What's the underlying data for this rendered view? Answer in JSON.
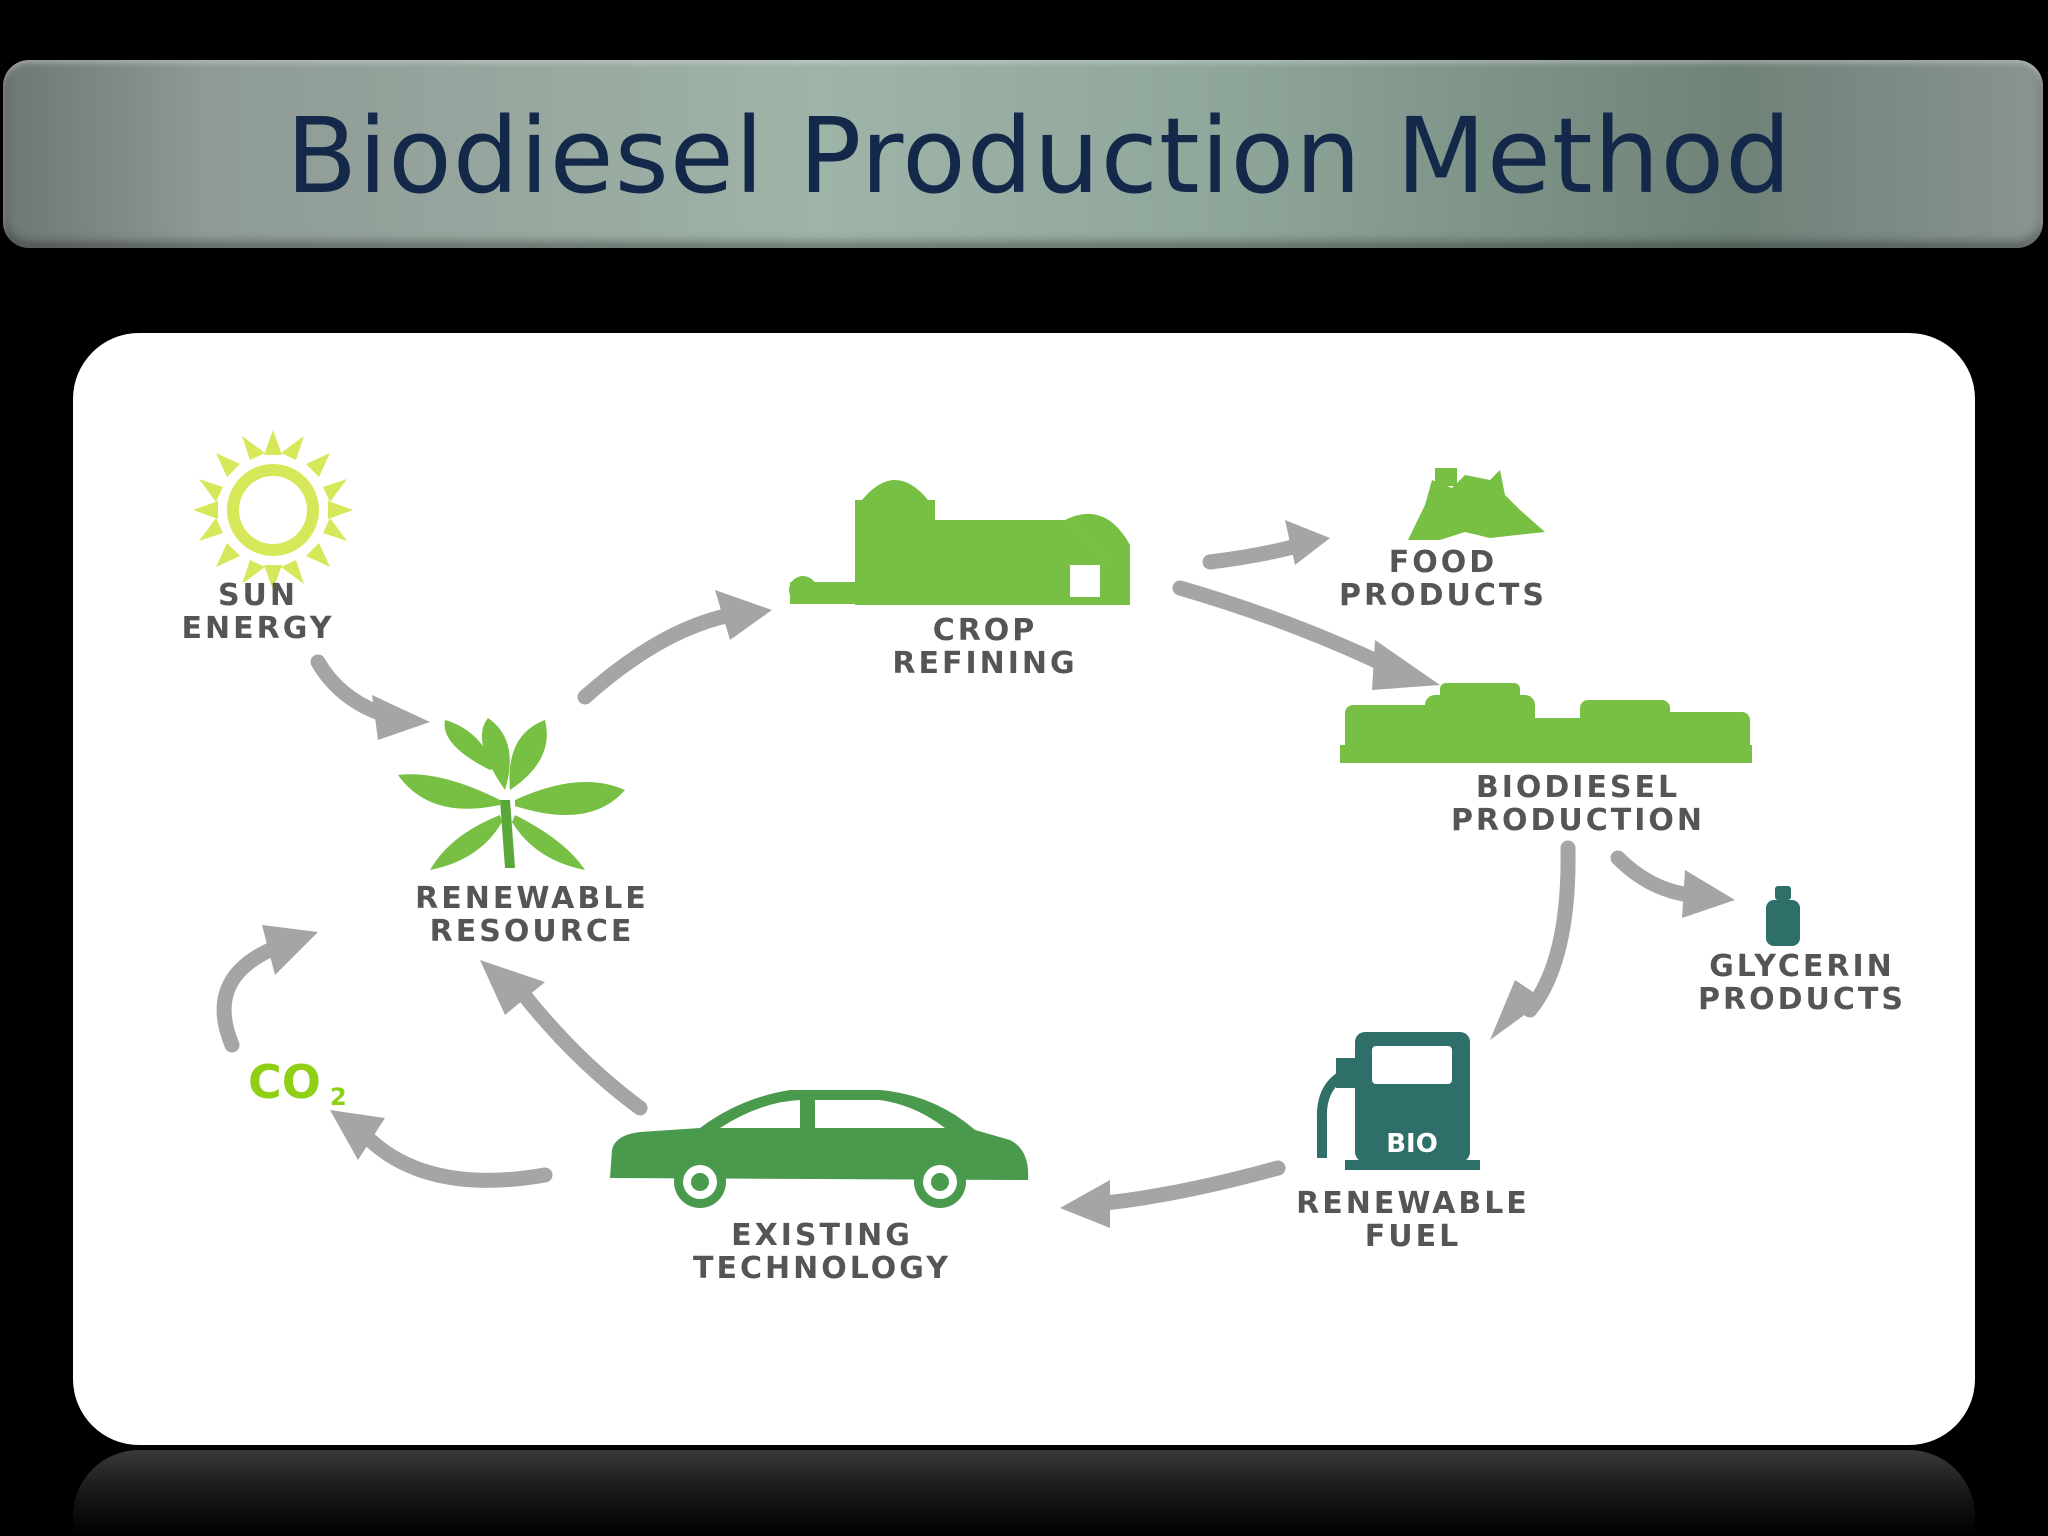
{
  "title": "Biodiesel Production Method",
  "diagram": {
    "sun_energy": {
      "line1": "SUN",
      "line2": "ENERGY",
      "icon": "sun-icon"
    },
    "crop_refining": {
      "line1": "CROP",
      "line2": "REFINING",
      "icon": "farm-barn-icon"
    },
    "food_products": {
      "line1": "FOOD",
      "line2": "PRODUCTS",
      "icon": "food-products-icon"
    },
    "biodiesel_production": {
      "line1": "BIODIESEL",
      "line2": "PRODUCTION",
      "icon": "factory-tanks-icon"
    },
    "glycerin_products": {
      "line1": "GLYCERIN",
      "line2": "PRODUCTS",
      "icon": "bottle-icon"
    },
    "renewable_fuel": {
      "line1": "RENEWABLE",
      "line2": "FUEL",
      "pump_label": "BIO",
      "icon": "fuel-pump-icon"
    },
    "existing_technology": {
      "line1": "EXISTING",
      "line2": "TECHNOLOGY",
      "icon": "car-icon"
    },
    "co2": {
      "main": "CO",
      "sub": "2"
    },
    "renewable_resource": {
      "line1": "RENEWABLE",
      "line2": "RESOURCE",
      "icon": "plant-icon"
    }
  },
  "colors": {
    "title_text": "#14284a",
    "leaf_green": "#77c043",
    "dark_green": "#4a9a4e",
    "teal": "#2f6f6a",
    "sun_yellow": "#d6e85a",
    "co2_green": "#8fd016",
    "arrow_gray": "#a5a5a5",
    "label_gray": "#555555"
  }
}
